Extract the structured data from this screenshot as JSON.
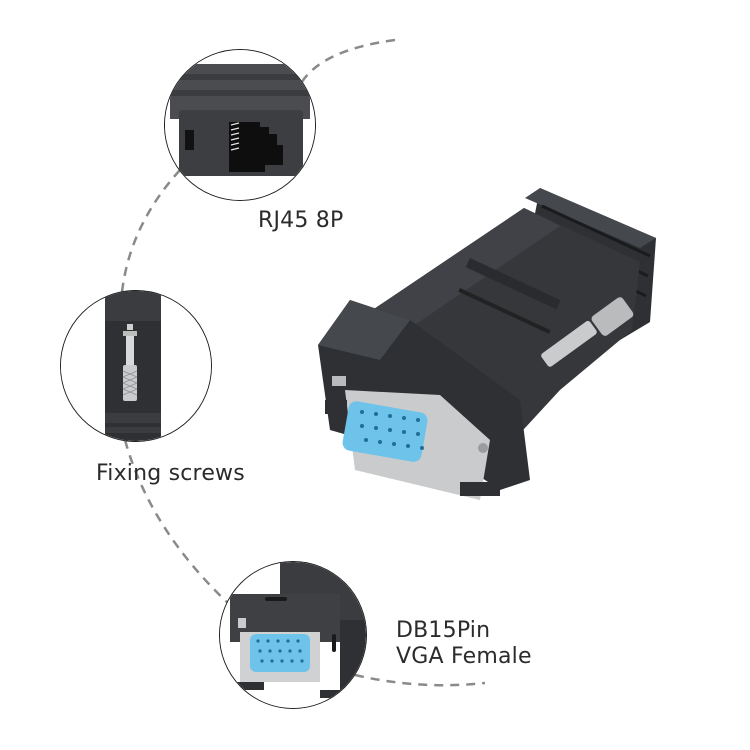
{
  "callouts": [
    {
      "id": "rj45",
      "label": "RJ45 8P"
    },
    {
      "id": "screws",
      "label": "Fixing screws"
    },
    {
      "id": "db15",
      "label_line1": "DB15Pin",
      "label_line2": "VGA Female"
    }
  ],
  "colors": {
    "housing": "#2e3033",
    "housing_highlight": "#45484c",
    "metal": "#c9cbcd",
    "pins_blue": "#6ec3ea",
    "dashed_line": "#8a8a8a",
    "circle_stroke": "#1e1e1e",
    "text": "#2b2b2b"
  }
}
